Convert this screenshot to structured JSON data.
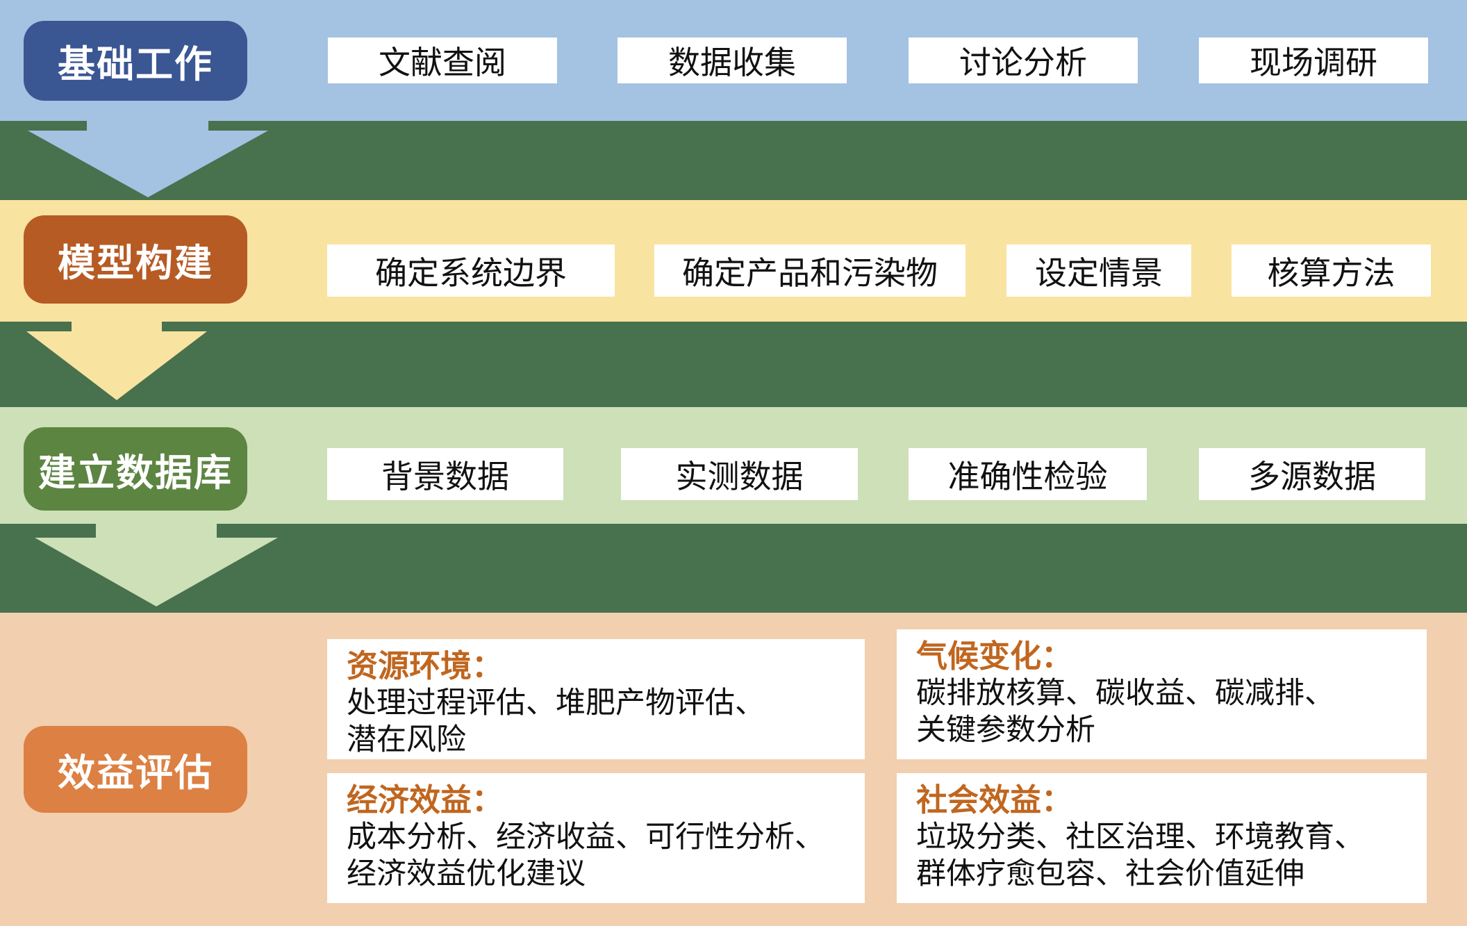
{
  "palette": {
    "row1_bg": "#a4c2e2",
    "row1_label_bg": "#3a5693",
    "row2_bg": "#f9e3a1",
    "row2_label_bg": "#b65b24",
    "row3_bg": "#cde0b8",
    "row3_label_bg": "#5d8542",
    "row4_bg": "#f2cfae",
    "row4_label_bg": "#dc8043",
    "connector_band_bg": "#48714e",
    "card_bg": "#ffffff",
    "card_title_color": "#c0661f",
    "body_text_color": "#111111",
    "label_text_color": "#ffffff"
  },
  "flow": {
    "foundation": {
      "label": "基础工作",
      "items": [
        "文献查阅",
        "数据收集",
        "讨论分析",
        "现场调研"
      ]
    },
    "model": {
      "label": "模型构建",
      "items": [
        "确定系统边界",
        "确定产品和污染物",
        "设定情景",
        "核算方法"
      ]
    },
    "database": {
      "label": "建立数据库",
      "items": [
        "背景数据",
        "实测数据",
        "准确性检验",
        "多源数据"
      ]
    },
    "evaluation": {
      "label": "效益评估",
      "cards": {
        "resource": {
          "title": "资源环境：",
          "lines": [
            "处理过程评估、堆肥产物评估、",
            "潜在风险"
          ]
        },
        "climate": {
          "title": "气候变化：",
          "lines": [
            "碳排放核算、碳收益、碳减排、",
            "关键参数分析"
          ]
        },
        "economic": {
          "title": "经济效益：",
          "lines": [
            "成本分析、经济收益、可行性分析、",
            "经济效益优化建议"
          ]
        },
        "social": {
          "title": "社会效益：",
          "lines": [
            "垃圾分类、社区治理、环境教育、",
            "群体疗愈包容、社会价值延伸"
          ]
        }
      }
    }
  }
}
